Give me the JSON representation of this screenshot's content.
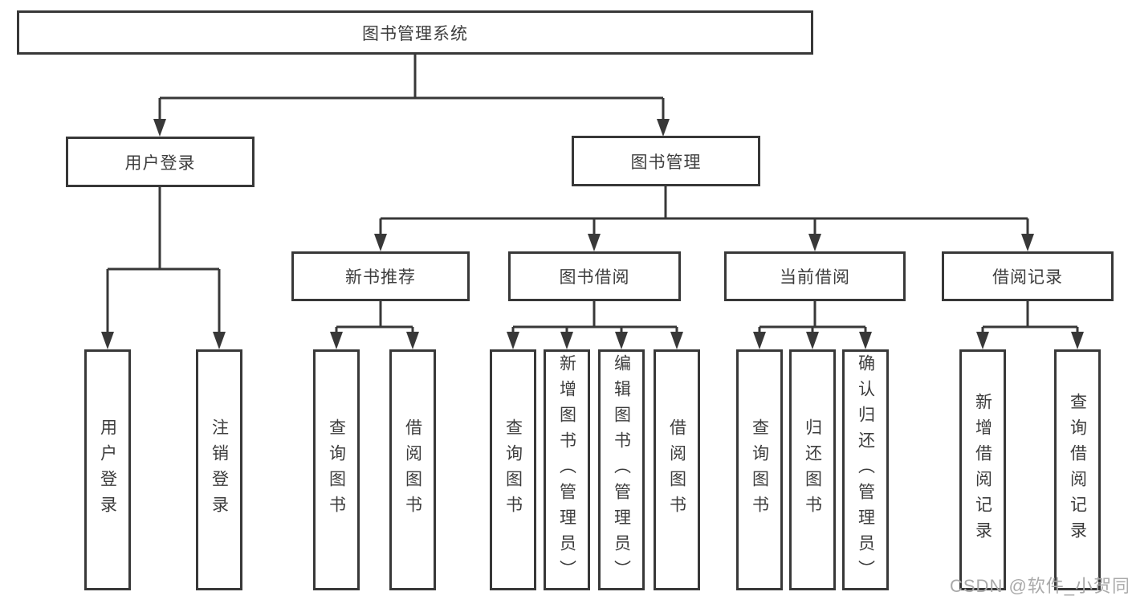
{
  "diagram": {
    "title_node": "图书管理系统",
    "level2": {
      "user_login": "用户登录",
      "book_management": "图书管理"
    },
    "level3": {
      "new_book_recommend": "新书推荐",
      "book_borrowing": "图书借阅",
      "current_borrowing": "当前借阅",
      "borrowing_records": "借阅记录"
    },
    "leaves": {
      "user_login": [
        "用户登录",
        "注销登录"
      ],
      "new_book_recommend": [
        "查询图书",
        "借阅图书"
      ],
      "book_borrowing": [
        "查询图书",
        "新增图书（管理员）",
        "编辑图书（管理员）",
        "借阅图书"
      ],
      "current_borrowing": [
        "查询图书",
        "归还图书",
        "确认归还（管理员）"
      ],
      "borrowing_records": [
        "新增借阅记录",
        "查询借阅记录"
      ]
    },
    "watermark": "CSDN @软件_小贺同学",
    "colors": {
      "line": "#383838",
      "text": "#3d3d3d",
      "watermark": "#a9a9a9",
      "background": "#ffffff"
    }
  }
}
